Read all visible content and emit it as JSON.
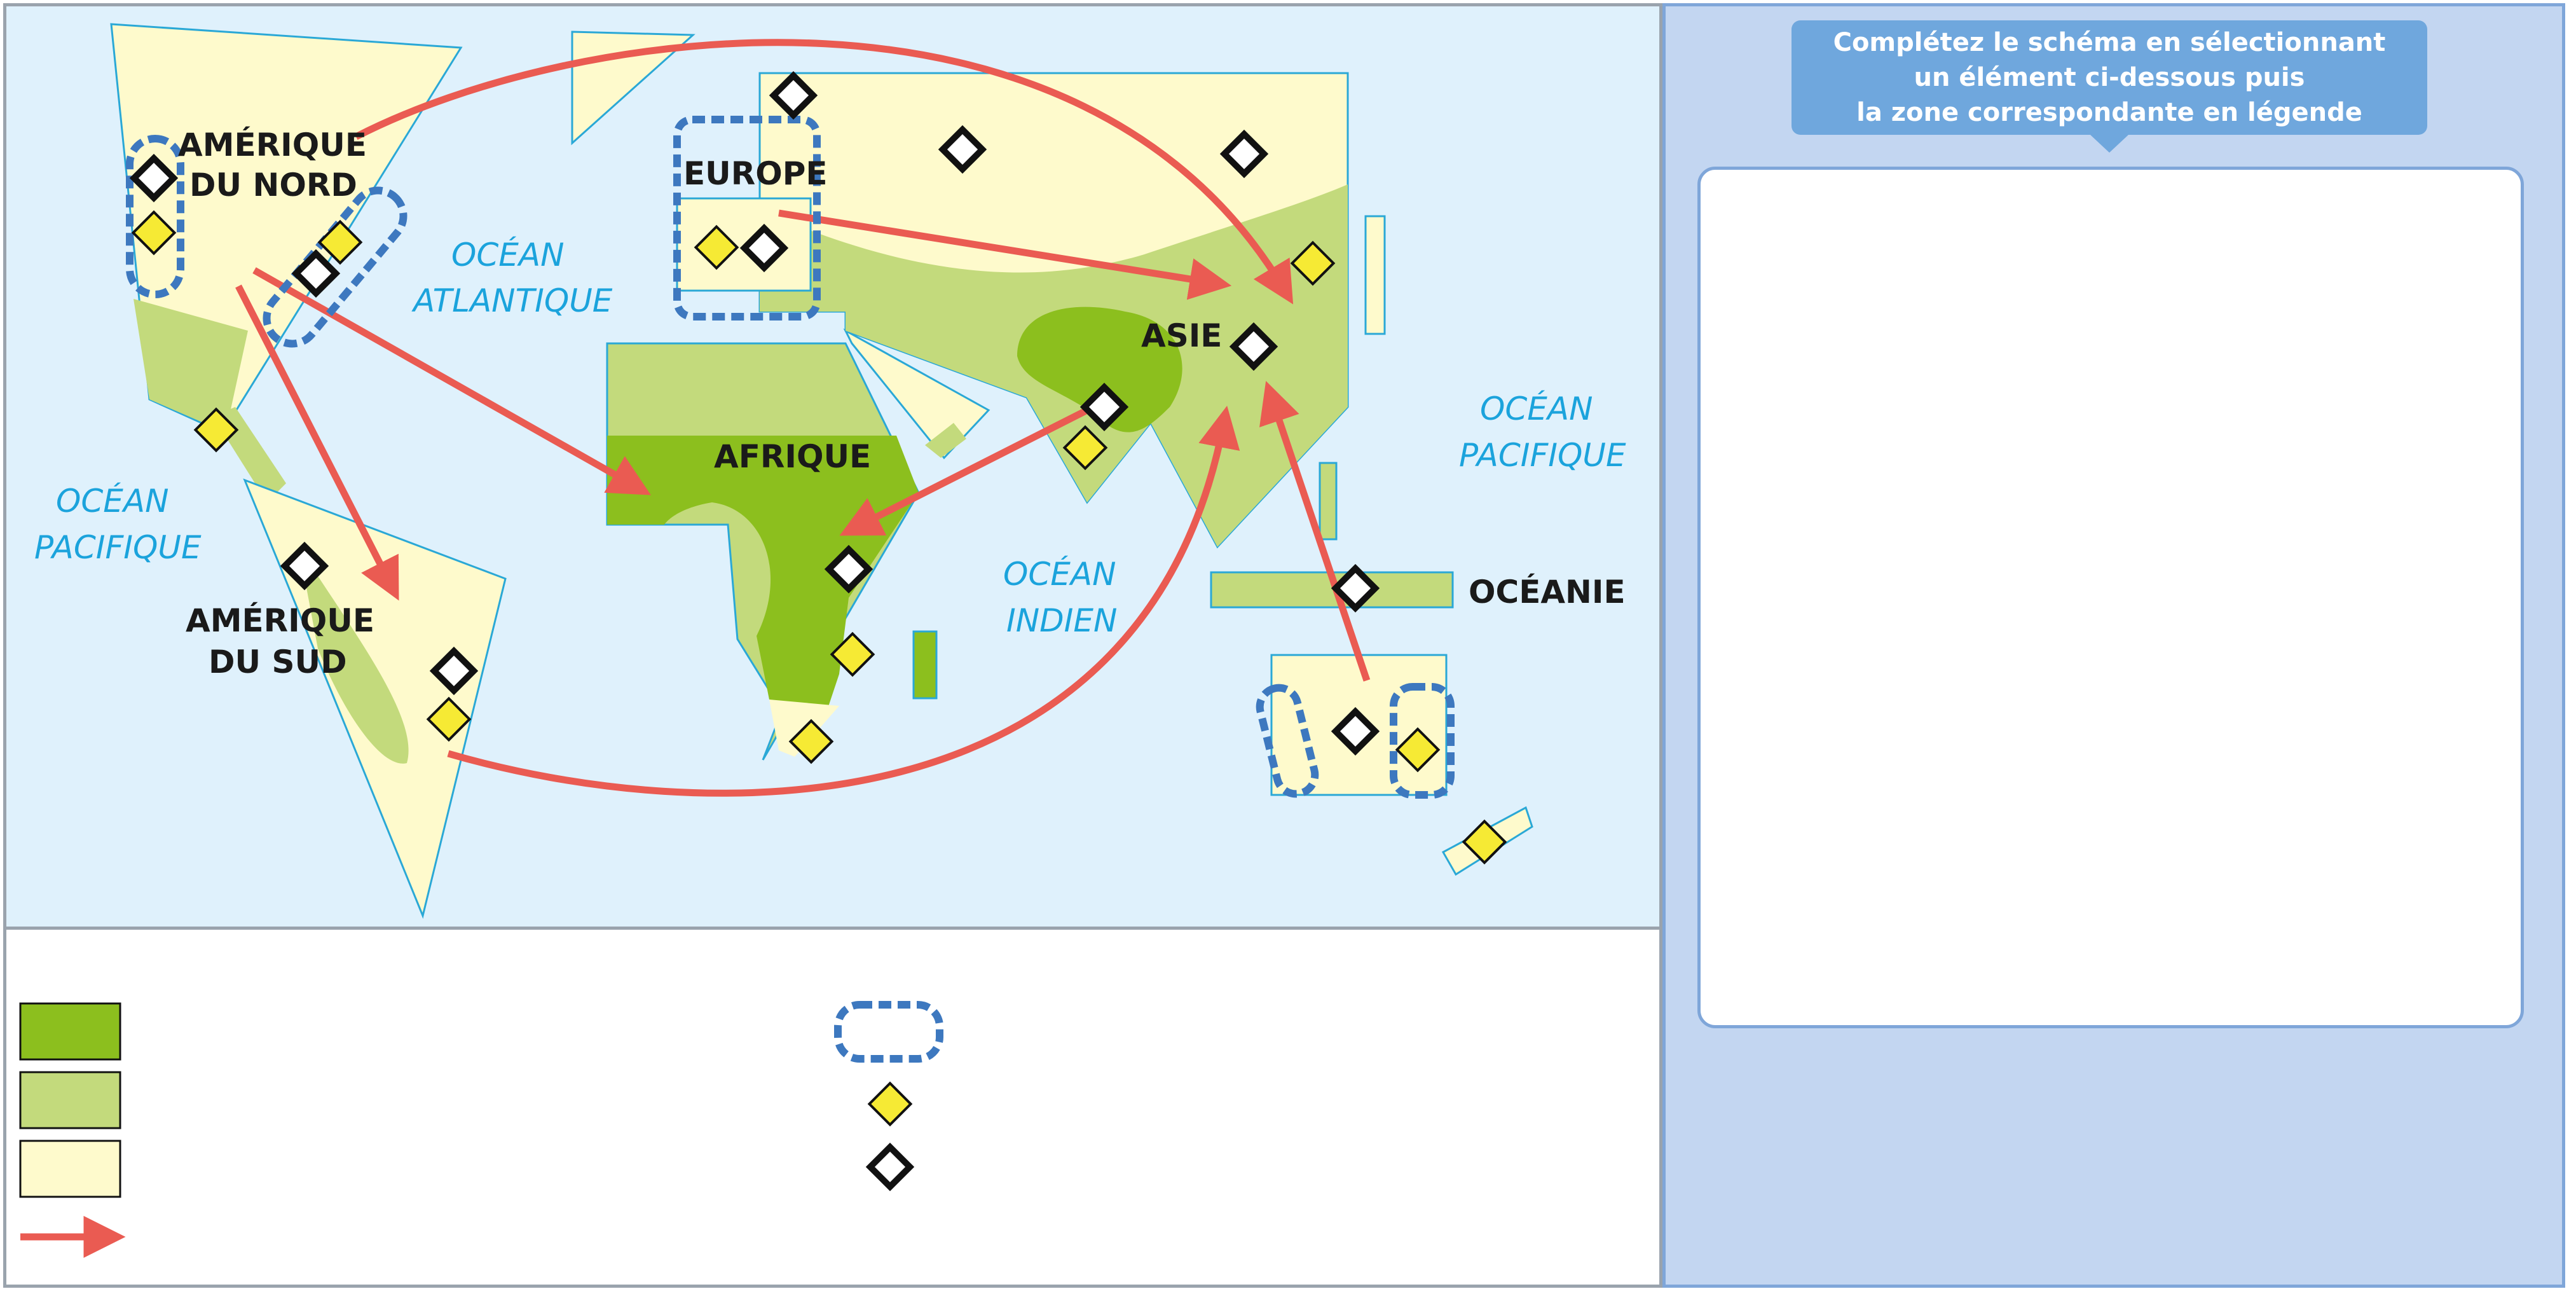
{
  "map": {
    "continents": {
      "north_america": [
        "AMÉRIQUE",
        "DU NORD"
      ],
      "south_america": [
        "AMÉRIQUE",
        "DU SUD"
      ],
      "europe": "EUROPE",
      "africa": "AFRIQUE",
      "asia": "ASIE",
      "oceania": "OCÉANIE"
    },
    "oceans": {
      "atlantic": [
        "OCÉAN",
        "ATLANTIQUE"
      ],
      "pacific_west": [
        "OCÉAN",
        "PACIFIQUE"
      ],
      "indian": [
        "OCÉAN",
        "INDIEN"
      ],
      "pacific_east": [
        "OCÉAN",
        "PACIFIQUE"
      ]
    }
  },
  "legend": {
    "swatches": [
      "dark-green",
      "light-green",
      "pale-yellow",
      "red-arrow",
      "dashed-zone",
      "yellow-diamond",
      "white-diamond"
    ]
  },
  "instruction": {
    "line1": "Complétez le schéma en sélectionnant",
    "line2": "un élément ci-dessous puis",
    "line3": "la zone correspondante en légende"
  },
  "colors": {
    "ocean": "#dff1fc",
    "dark_green": "#8cbf1e",
    "light_green": "#c3da7c",
    "pale_yellow": "#fefacc",
    "arrow": "#ea5b52",
    "dashed": "#3d78bf",
    "panel": "#c3d6f1",
    "bubble": "#6fa7dd"
  }
}
